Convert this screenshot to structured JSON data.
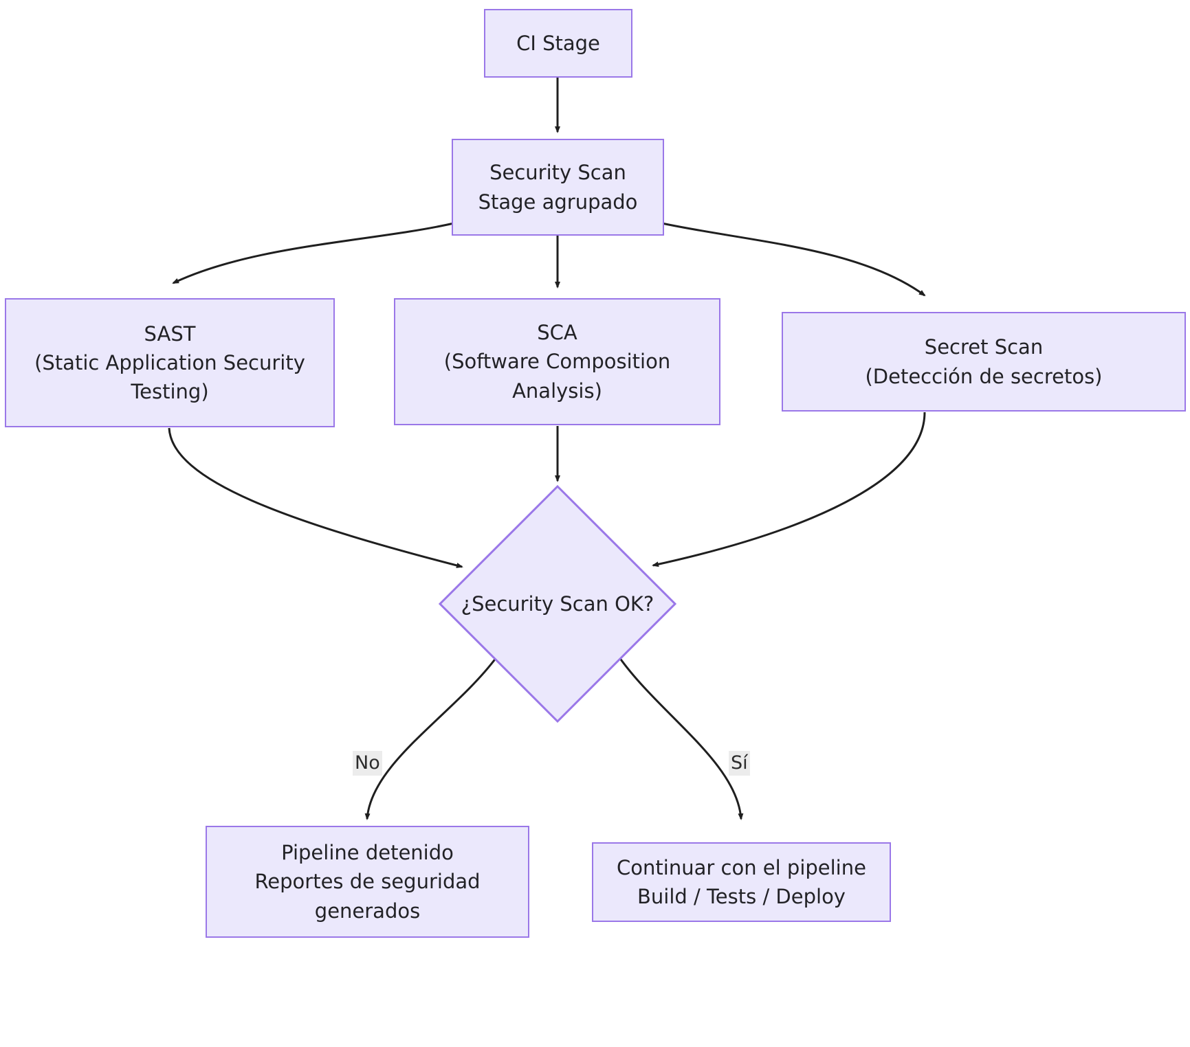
{
  "diagram": {
    "type": "flowchart",
    "direction": "top-down",
    "background": "#ffffff",
    "node_fill": "#ebe8fc",
    "node_stroke": "#9a77e8",
    "edge_color": "#1f1f1f",
    "text_color": "#222226",
    "edge_label_background": "#ececec"
  },
  "nodes": [
    {
      "id": "ci-stage",
      "shape": "rect",
      "lines": [
        "CI Stage"
      ]
    },
    {
      "id": "security-scan-stage",
      "shape": "rect",
      "lines": [
        "Security Scan",
        "Stage agrupado"
      ]
    },
    {
      "id": "sast",
      "shape": "rect",
      "lines": [
        "SAST",
        "(Static Application Security",
        "Testing)"
      ]
    },
    {
      "id": "sca",
      "shape": "rect",
      "lines": [
        "SCA",
        "(Software Composition",
        "Analysis)"
      ]
    },
    {
      "id": "secret-scan",
      "shape": "rect",
      "lines": [
        "Secret Scan",
        "(Detección de secretos)"
      ]
    },
    {
      "id": "security-scan-ok",
      "shape": "diamond",
      "lines": [
        "¿Security Scan OK?"
      ]
    },
    {
      "id": "pipeline-detenido",
      "shape": "rect",
      "lines": [
        "Pipeline detenido",
        "Reportes de seguridad",
        "generados"
      ]
    },
    {
      "id": "continuar-pipeline",
      "shape": "rect",
      "lines": [
        "Continuar con el pipeline",
        "Build / Tests / Deploy"
      ]
    }
  ],
  "edges": [
    {
      "from": "ci-stage",
      "to": "security-scan-stage",
      "label": ""
    },
    {
      "from": "security-scan-stage",
      "to": "sast",
      "label": ""
    },
    {
      "from": "security-scan-stage",
      "to": "sca",
      "label": ""
    },
    {
      "from": "security-scan-stage",
      "to": "secret-scan",
      "label": ""
    },
    {
      "from": "sast",
      "to": "security-scan-ok",
      "label": ""
    },
    {
      "from": "sca",
      "to": "security-scan-ok",
      "label": ""
    },
    {
      "from": "secret-scan",
      "to": "security-scan-ok",
      "label": ""
    },
    {
      "from": "security-scan-ok",
      "to": "pipeline-detenido",
      "label": "No"
    },
    {
      "from": "security-scan-ok",
      "to": "continuar-pipeline",
      "label": "Sí"
    }
  ],
  "edge_labels": {
    "no": "No",
    "si": "Sí"
  }
}
